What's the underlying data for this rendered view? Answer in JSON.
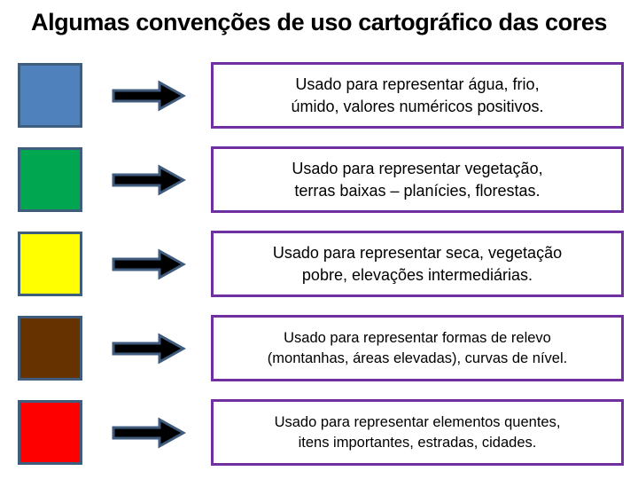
{
  "title": "Algumas convenções de uso cartográfico das cores",
  "rows": [
    {
      "color_name": "blue",
      "swatch_color": "#4F81BD",
      "description": "Usado para representar água, frio, úmido, valores numéricos positivos."
    },
    {
      "color_name": "green",
      "swatch_color": "#00A650",
      "description": "Usado para representar vegetação, terras baixas – planícies, florestas."
    },
    {
      "color_name": "yellow",
      "swatch_color": "#FFFF00",
      "description": "Usado para representar seca, vegetação pobre, elevações intermediárias."
    },
    {
      "color_name": "brown",
      "swatch_color": "#663300",
      "description": "Usado para representar formas de relevo (montanhas, áreas elevadas), curvas de nível."
    },
    {
      "color_name": "red",
      "swatch_color": "#FF0000",
      "description": "Usado para representar elementos quentes, itens importantes, estradas, cidades."
    }
  ],
  "style_colors": {
    "background": "#FFFFFF",
    "text": "#000000",
    "swatch_border": "#3F5D7D",
    "arrow_fill": "#000000",
    "arrow_outline": "#3F5C7E",
    "box_border": "#7030A0"
  }
}
